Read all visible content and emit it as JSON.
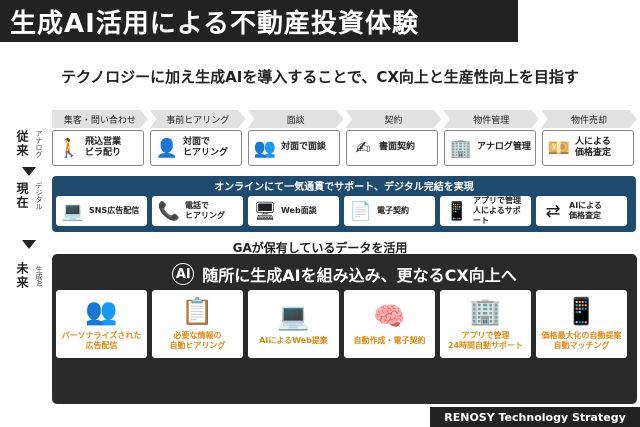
{
  "title": "生成AI活用による不動産投資体験",
  "subtitle": "テクノロジーに加え生成AIを導入することで、CX向上と生産性向上を目指す",
  "stages": [
    "集客・問い合わせ",
    "事前ヒアリング",
    "面談",
    "契約",
    "物件管理",
    "物件売却"
  ],
  "rows": {
    "traditional": {
      "label": "従来",
      "sub": "アナログ",
      "cards": [
        {
          "label": "飛込営業\nビラ配り",
          "icon": "walking-person-icon",
          "glyph": "🚶"
        },
        {
          "label": "対面で\nヒアリング",
          "icon": "person-icon",
          "glyph": "👤"
        },
        {
          "label": "対面で面談",
          "icon": "meeting-icon",
          "glyph": "👥"
        },
        {
          "label": "書面契約",
          "icon": "document-sign-icon",
          "glyph": "✍"
        },
        {
          "label": "アナログ管理",
          "icon": "building-icon",
          "glyph": "🏢"
        },
        {
          "label": "人による\n価格査定",
          "icon": "person-price-icon",
          "glyph": "💴"
        }
      ]
    },
    "current": {
      "label": "現在",
      "sub": "デジタル",
      "header": "オンラインにて一気通貫でサポート、デジタル完結を実現",
      "cards": [
        {
          "label": "SNS広告配信",
          "icon": "laptop-icon",
          "glyph": "💻"
        },
        {
          "label": "電話で\nヒアリング",
          "icon": "phone-icon",
          "glyph": "📞"
        },
        {
          "label": "Web面談",
          "icon": "video-call-icon",
          "glyph": "🖥"
        },
        {
          "label": "電子契約",
          "icon": "e-contract-icon",
          "glyph": "📄"
        },
        {
          "label": "アプリで管理\n人によるサポート",
          "icon": "app-icon",
          "glyph": "📱"
        },
        {
          "label": "AIによる\n価格査定",
          "icon": "ai-price-icon",
          "glyph": "⇄"
        }
      ]
    },
    "future": {
      "label": "未来",
      "sub": "生成AI",
      "header": "随所に生成AIを組み込み、更なるCX向上へ",
      "ai_badge": "AI",
      "cards": [
        {
          "label": "パーソナライズされた\n広告配信",
          "icon": "network-people-icon",
          "glyph": "👥"
        },
        {
          "label": "必要な情報の\n自動ヒアリング",
          "icon": "checklist-icon",
          "glyph": "📋"
        },
        {
          "label": "AIによるWeb提案",
          "icon": "ai-laptop-icon",
          "glyph": "💻"
        },
        {
          "label": "自動作成・電子契約",
          "icon": "ai-contract-icon",
          "glyph": "🧠"
        },
        {
          "label": "アプリで管理\n24時間自動サポート",
          "icon": "support-24h-icon",
          "glyph": "🏢"
        },
        {
          "label": "価格最大化の自動提案\n自動マッチング",
          "icon": "price-matching-icon",
          "glyph": "📱"
        }
      ]
    }
  },
  "ga_text": "GAが保有しているデータを活用",
  "footer": "RENOSY Technology Strategy"
}
